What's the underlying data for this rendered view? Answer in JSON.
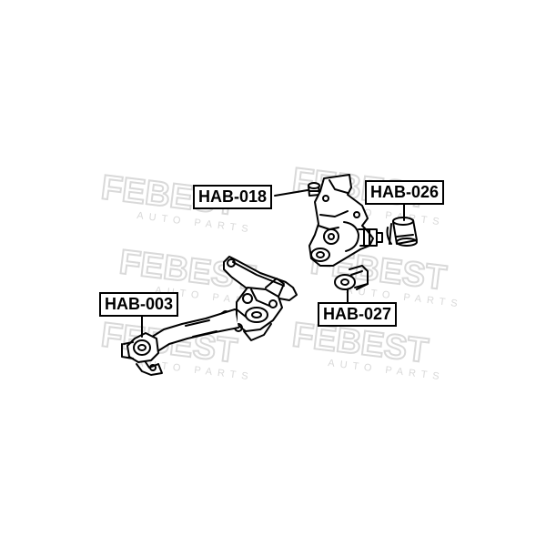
{
  "watermark": {
    "brand": "FEBEST",
    "tagline": "AUTO PARTS",
    "color": "#d9d9d9"
  },
  "colors": {
    "line": "#000000",
    "background": "#ffffff"
  },
  "labels": {
    "hab018": "HAB-018",
    "hab026": "HAB-026",
    "hab003": "HAB-003",
    "hab027": "HAB-027"
  },
  "icons": [
    "bushing-icon",
    "knuckle-icon",
    "trailing-arm-icon",
    "watermark-logo"
  ]
}
